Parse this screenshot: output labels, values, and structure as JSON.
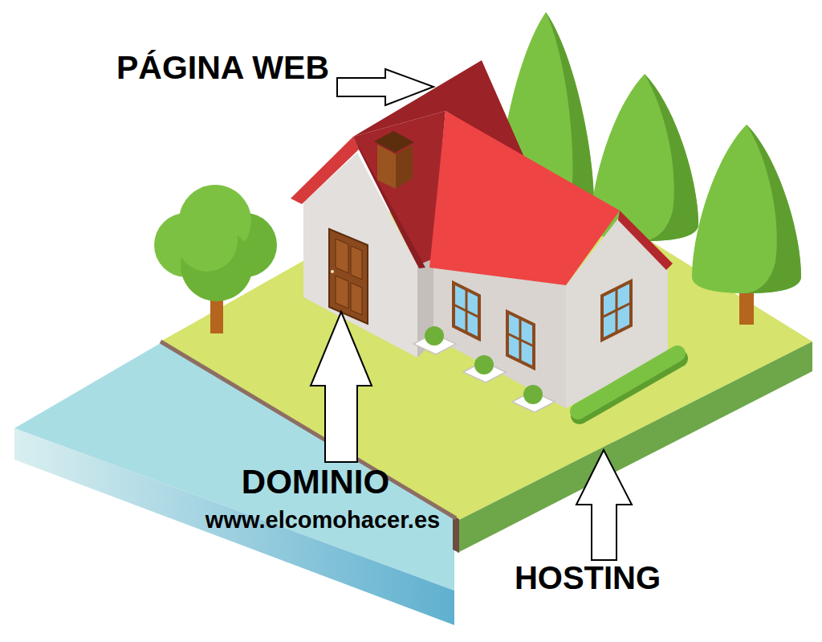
{
  "diagram": {
    "labels": [
      "PÁGINA WEB",
      "DOMINIO",
      "www.elcomohacer.es",
      "HOSTING"
    ]
  }
}
